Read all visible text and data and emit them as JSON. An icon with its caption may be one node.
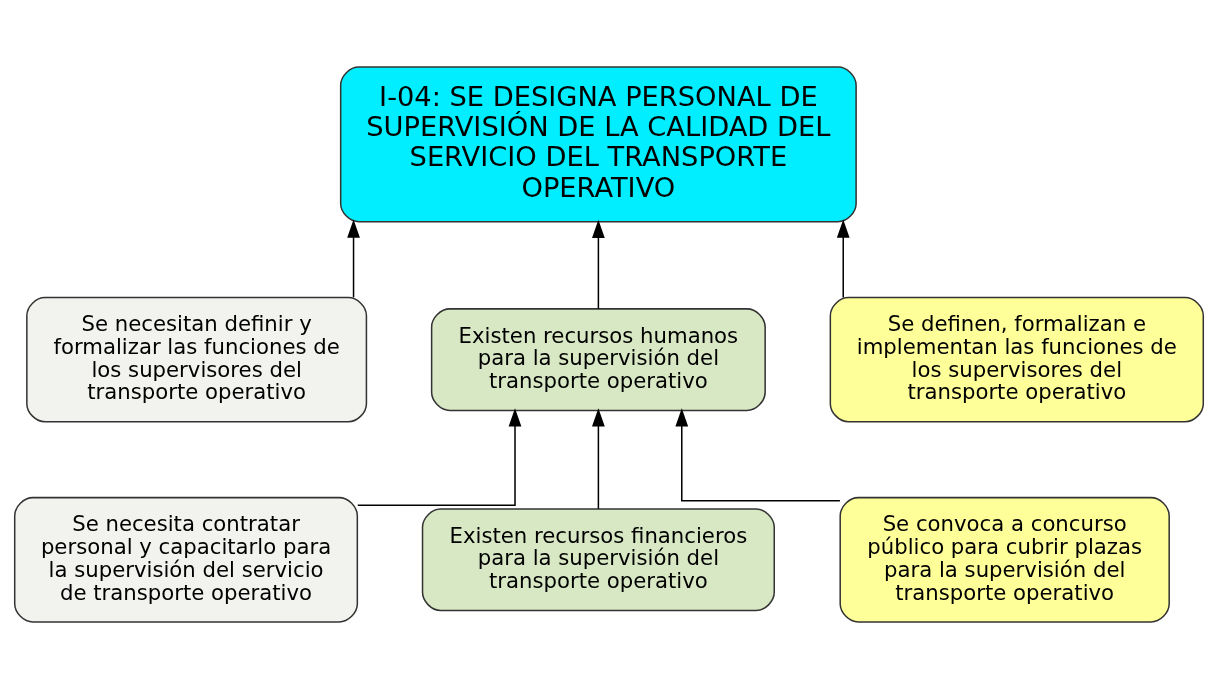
{
  "diagram": {
    "nodes": [
      {
        "text": [
          "I-04: SE DESIGNA PERSONAL DE SUPERVISIÓN DE LA CALIDAD DEL SERVICIO DEL TRANSPORTE OPERATIVO"
        ]
      },
      {
        "text": [
          "Se necesitan definir y formalizar las funciones de los supervisores del transporte operativo"
        ]
      },
      {
        "text": [
          "Existen recursos humanos para la supervisión del transporte operativo"
        ]
      },
      {
        "text": [
          "Se definen, formalizan e implementan las funciones de los supervisores del transporte operativo"
        ]
      },
      {
        "text": [
          "Se necesita contratar personal y capacitarlo para la supervisión del servicio de transporte operativo"
        ]
      },
      {
        "text": [
          "Existen recursos financieros para la supervisión del transporte operativo"
        ]
      },
      {
        "text": [
          "Se convoca a concurso público para cubrir plazas para la supervisión del transporte operativo"
        ]
      }
    ],
    "edges": [
      {
        "from": 1,
        "to": 0,
        "arrow": "to"
      },
      {
        "from": 2,
        "to": 0,
        "arrow": "to"
      },
      {
        "from": 3,
        "to": 0,
        "arrow": "to"
      },
      {
        "from": 4,
        "to": 2,
        "arrow": "to"
      },
      {
        "from": 5,
        "to": 2,
        "arrow": "to"
      },
      {
        "from": 6,
        "to": 2,
        "arrow": "to"
      }
    ]
  }
}
